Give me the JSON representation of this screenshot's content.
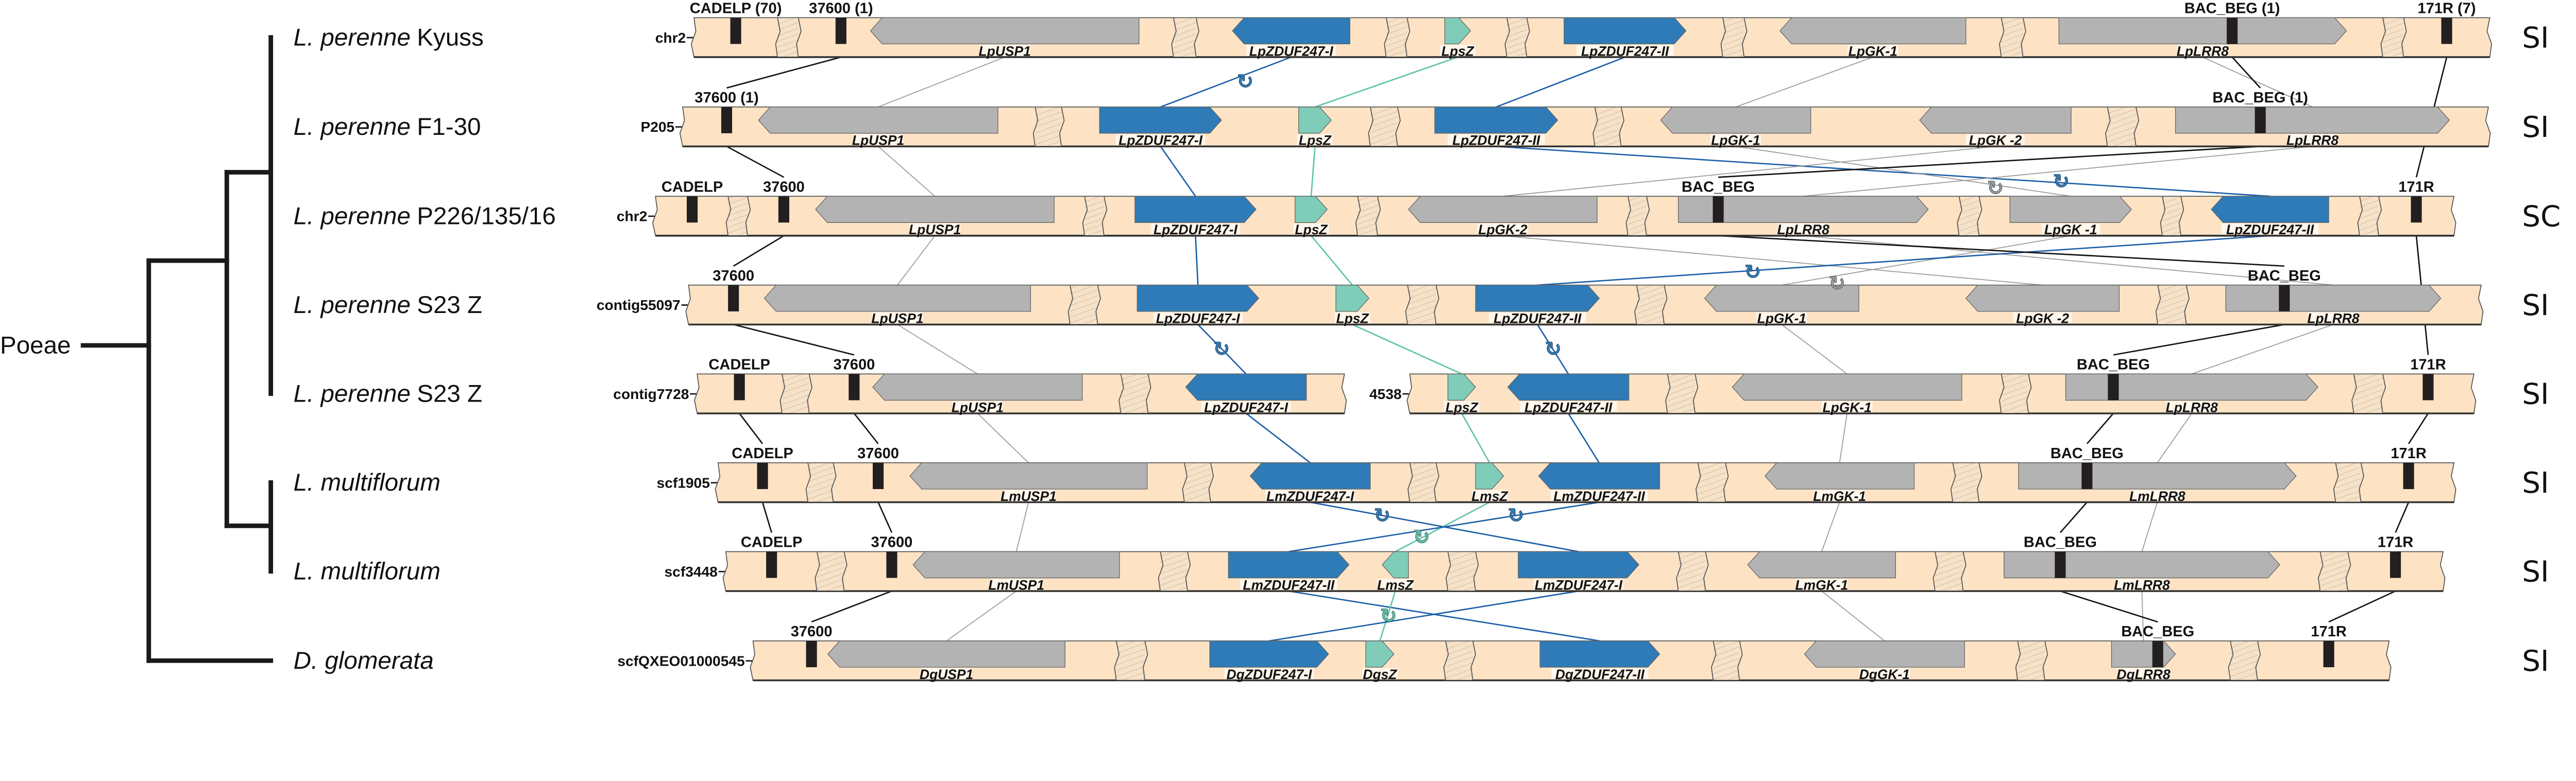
{
  "tree": {
    "root_label": "Poeae",
    "taxa": [
      {
        "genus": "L. perenne",
        "strain": "Kyuss"
      },
      {
        "genus": "L. perenne",
        "strain": "F1-30"
      },
      {
        "genus": "L. perenne",
        "strain": "P226/135/16"
      },
      {
        "genus": "L. perenne",
        "strain": "S23 Z"
      },
      {
        "genus": "L. perenne",
        "strain": "S23 Z"
      },
      {
        "genus": "L. multiflorum",
        "strain": ""
      },
      {
        "genus": "L. multiflorum",
        "strain": ""
      },
      {
        "genus": "D. glomerata",
        "strain": ""
      }
    ]
  },
  "colors": {
    "grey": "#b3b3b3",
    "blue": "#2e7bb7",
    "teal": "#7fcdb8",
    "marker": "#231f20",
    "band": "#fde3c4"
  },
  "rows": [
    {
      "contigs": [
        "chr2"
      ],
      "status": "SI",
      "markers": [
        "CADELP (70)",
        "37600 (1)",
        "BAC_BEG (1)",
        "171R (7)"
      ],
      "genes": [
        {
          "label": "LpUSP1",
          "color": "grey",
          "strand": "-"
        },
        {
          "label": "LpZDUF247-I",
          "color": "blue",
          "strand": "-"
        },
        {
          "label": "LpsZ",
          "color": "teal",
          "strand": "+"
        },
        {
          "label": "LpZDUF247-II",
          "color": "blue",
          "strand": "+"
        },
        {
          "label": "LpGK-1",
          "color": "grey",
          "strand": "-"
        },
        {
          "label": "LpLRR8",
          "color": "grey",
          "strand": "+"
        }
      ]
    },
    {
      "contigs": [
        "P205"
      ],
      "status": "SI",
      "markers": [
        "37600 (1)",
        "BAC_BEG (1)"
      ],
      "genes": [
        {
          "label": "LpUSP1",
          "color": "grey",
          "strand": "-"
        },
        {
          "label": "LpZDUF247-I",
          "color": "blue",
          "strand": "+"
        },
        {
          "label": "LpsZ",
          "color": "teal",
          "strand": "+"
        },
        {
          "label": "LpZDUF247-II",
          "color": "blue",
          "strand": "+"
        },
        {
          "label": "LpGK-1",
          "color": "grey",
          "strand": "-"
        },
        {
          "label": "LpGK -2",
          "color": "grey",
          "strand": "-"
        },
        {
          "label": "LpLRR8",
          "color": "grey",
          "strand": "+"
        }
      ]
    },
    {
      "contigs": [
        "chr2"
      ],
      "status": "SC",
      "markers": [
        "CADELP",
        "37600",
        "BAC_BEG",
        "171R"
      ],
      "genes": [
        {
          "label": "LpUSP1",
          "color": "grey",
          "strand": "-"
        },
        {
          "label": "LpZDUF247-I",
          "color": "blue",
          "strand": "+"
        },
        {
          "label": "LpsZ",
          "color": "teal",
          "strand": "+"
        },
        {
          "label": "LpGK-2",
          "color": "grey",
          "strand": "-"
        },
        {
          "label": "LpLRR8",
          "color": "grey",
          "strand": "+"
        },
        {
          "label": "LpGK -1",
          "color": "grey",
          "strand": "+"
        },
        {
          "label": "LpZDUF247-II",
          "color": "blue",
          "strand": "-"
        }
      ]
    },
    {
      "contigs": [
        "contig55097"
      ],
      "status": "SI",
      "markers": [
        "37600",
        "BAC_BEG"
      ],
      "genes": [
        {
          "label": "LpUSP1",
          "color": "grey",
          "strand": "-"
        },
        {
          "label": "LpZDUF247-I",
          "color": "blue",
          "strand": "+"
        },
        {
          "label": "LpsZ",
          "color": "teal",
          "strand": "+"
        },
        {
          "label": "LpZDUF247-II",
          "color": "blue",
          "strand": "+"
        },
        {
          "label": "LpGK-1",
          "color": "grey",
          "strand": "-"
        },
        {
          "label": "LpGK -2",
          "color": "grey",
          "strand": "-"
        },
        {
          "label": "LpLRR8",
          "color": "grey",
          "strand": "+"
        }
      ]
    },
    {
      "contigs": [
        "contig7728",
        "4538"
      ],
      "status": "SI",
      "markers": [
        "CADELP",
        "37600",
        "BAC_BEG",
        "171R"
      ],
      "genes": [
        {
          "label": "LpUSP1",
          "color": "grey",
          "strand": "-"
        },
        {
          "label": "LpZDUF247-I",
          "color": "blue",
          "strand": "-"
        },
        {
          "label": "LpsZ",
          "color": "teal",
          "strand": "+"
        },
        {
          "label": "LpZDUF247-II",
          "color": "blue",
          "strand": "-"
        },
        {
          "label": "LpGK-1",
          "color": "grey",
          "strand": "-"
        },
        {
          "label": "LpLRR8",
          "color": "grey",
          "strand": "+"
        }
      ]
    },
    {
      "contigs": [
        "scf1905"
      ],
      "status": "SI",
      "markers": [
        "CADELP",
        "37600",
        "BAC_BEG",
        "171R"
      ],
      "genes": [
        {
          "label": "LmUSP1",
          "color": "grey",
          "strand": "-"
        },
        {
          "label": "LmZDUF247-I",
          "color": "blue",
          "strand": "-"
        },
        {
          "label": "LmsZ",
          "color": "teal",
          "strand": "+"
        },
        {
          "label": "LmZDUF247-II",
          "color": "blue",
          "strand": "-"
        },
        {
          "label": "LmGK-1",
          "color": "grey",
          "strand": "-"
        },
        {
          "label": "LmLRR8",
          "color": "grey",
          "strand": "+"
        }
      ]
    },
    {
      "contigs": [
        "scf3448"
      ],
      "status": "SI",
      "markers": [
        "CADELP",
        "37600",
        "BAC_BEG",
        "171R"
      ],
      "genes": [
        {
          "label": "LmUSP1",
          "color": "grey",
          "strand": "-"
        },
        {
          "label": "LmZDUF247-II",
          "color": "blue",
          "strand": "+"
        },
        {
          "label": "LmsZ",
          "color": "teal",
          "strand": "-"
        },
        {
          "label": "LmZDUF247-I",
          "color": "blue",
          "strand": "+"
        },
        {
          "label": "LmGK-1",
          "color": "grey",
          "strand": "-"
        },
        {
          "label": "LmLRR8",
          "color": "grey",
          "strand": "+"
        }
      ]
    },
    {
      "contigs": [
        "scfQXEO01000545"
      ],
      "status": "SI",
      "markers": [
        "37600",
        "BAC_BEG",
        "171R"
      ],
      "genes": [
        {
          "label": "DgUSP1",
          "color": "grey",
          "strand": "-"
        },
        {
          "label": "DgZDUF247-I",
          "color": "blue",
          "strand": "+"
        },
        {
          "label": "DgsZ",
          "color": "teal",
          "strand": "+"
        },
        {
          "label": "DgZDUF247-II",
          "color": "blue",
          "strand": "+"
        },
        {
          "label": "DgGK-1",
          "color": "grey",
          "strand": "-"
        },
        {
          "label": "DgLRR8",
          "color": "grey",
          "strand": "+"
        }
      ]
    }
  ]
}
